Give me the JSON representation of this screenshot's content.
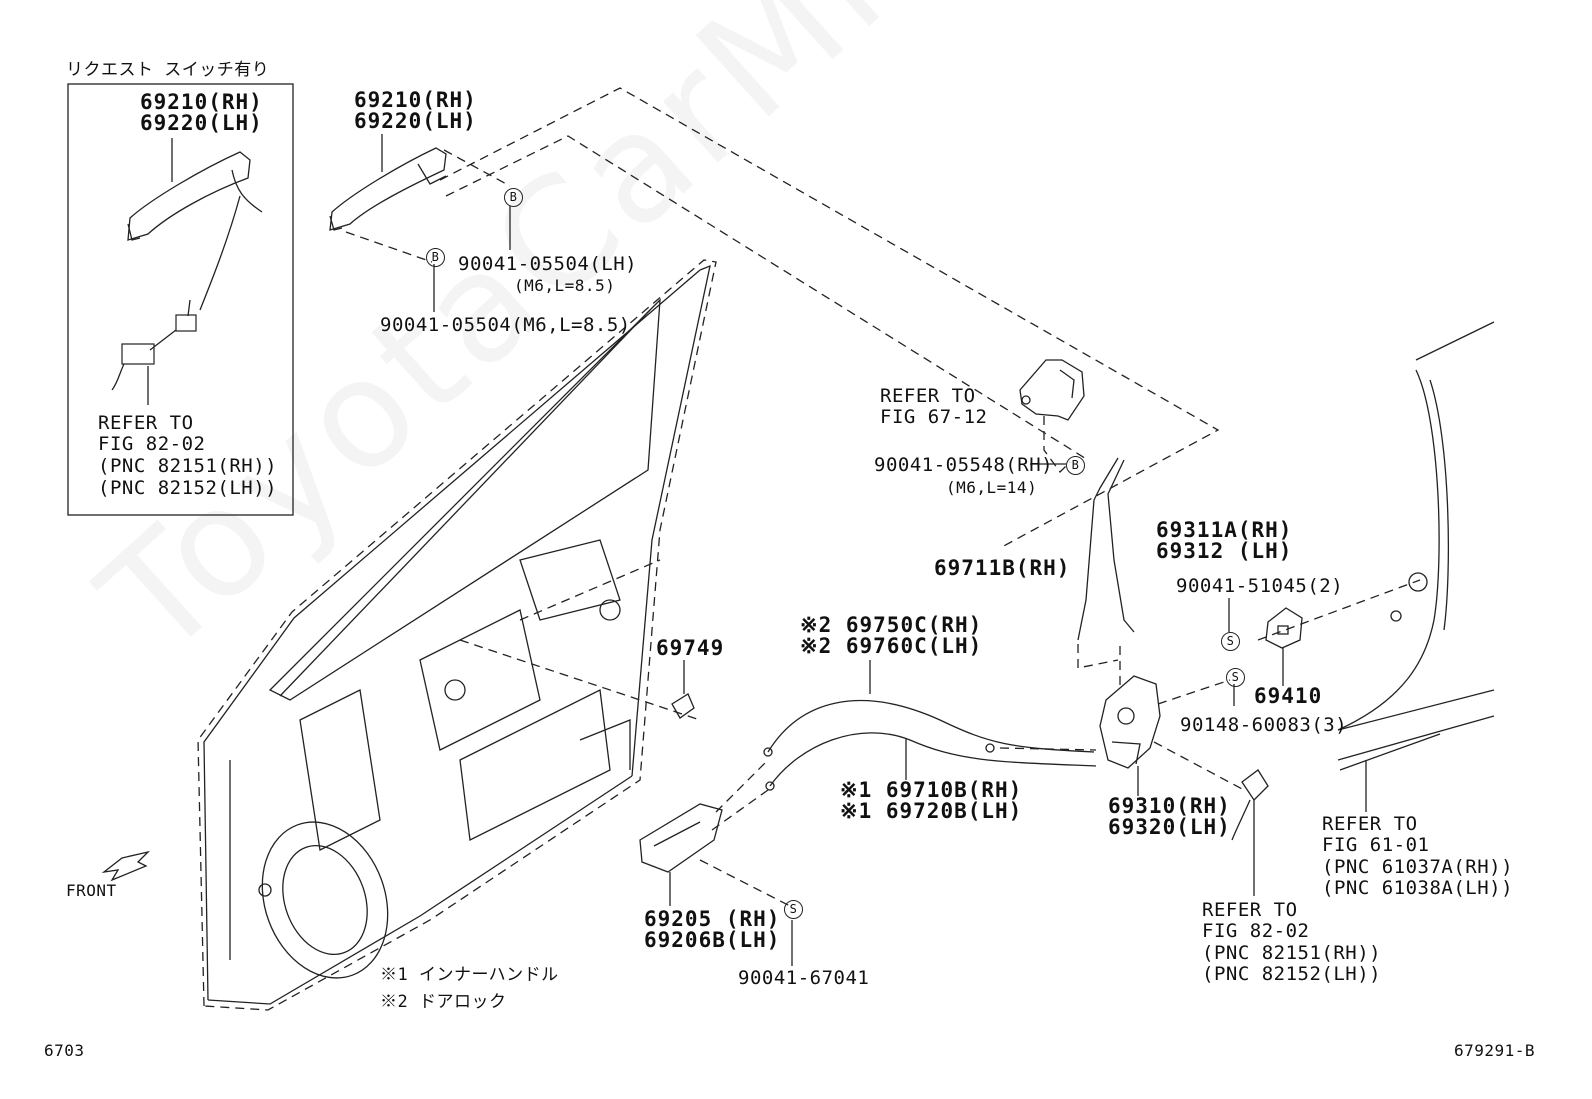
{
  "watermark": "ToyotaCarMine.ru",
  "box_caption": "リクエスト スイッチ有り",
  "box": {
    "handle_rh": "69210(RH)",
    "handle_lh": "69220(LH)",
    "refer": [
      "REFER TO",
      "FIG 82-02",
      "(PNC 82151(RH))",
      "(PNC 82152(LH))"
    ]
  },
  "handle": {
    "rh": "69210(RH)",
    "lh": "69220(LH)"
  },
  "bolt_lh": {
    "pn": "90041-05504(LH)",
    "spec": "(M6,L=8.5)"
  },
  "bolt": "90041-05504(M6,L=8.5)",
  "refer_67": [
    "REFER TO",
    "FIG 67-12"
  ],
  "bolt_rh": {
    "pn": "90041-05548(RH)",
    "spec": "(M6,L=14)"
  },
  "rod_a": {
    "rh": "69311A(RH)",
    "lh": "69312 (LH)"
  },
  "rod_b": "69711B(RH)",
  "screw_2": "90041-51045(2)",
  "striker": "69410",
  "screw_3": "90148-60083(3)",
  "clip": "69749",
  "cable_lock": {
    "rh": "※2 69750C(RH)",
    "lh": "※2 69760C(LH)"
  },
  "cable_inner": {
    "rh": "※1 69710B(RH)",
    "lh": "※1 69720B(LH)"
  },
  "lock": {
    "rh": "69310(RH)",
    "lh": "69320(LH)"
  },
  "inside_handle": {
    "rh": "69205 (RH)",
    "lh": "69206B(LH)"
  },
  "screw_s": "90041-67041",
  "refer_61": [
    "REFER TO",
    "FIG 61-01",
    "(PNC 61037A(RH))",
    "(PNC 61038A(LH))"
  ],
  "refer_82": [
    "REFER TO",
    "FIG 82-02",
    "(PNC 82151(RH))",
    "(PNC 82152(LH))"
  ],
  "notes": [
    "※1 インナーハンドル",
    "※2 ドアロック"
  ],
  "front": "FRONT",
  "page_code": "6703",
  "fig_code": "679291-B",
  "markers": {
    "b": "B",
    "s": "S"
  }
}
